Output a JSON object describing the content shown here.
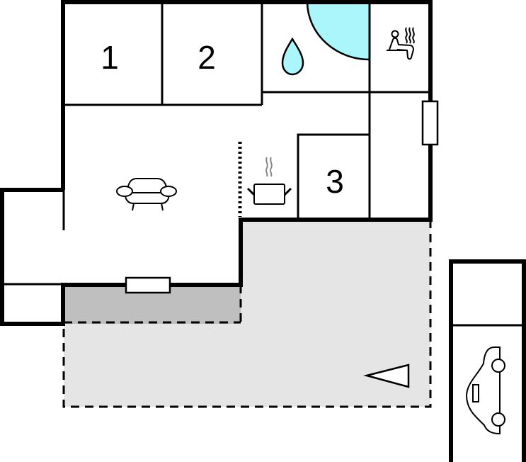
{
  "diagram": {
    "type": "floor-plan",
    "colors": {
      "wall": "#000000",
      "background": "#ffffff",
      "terrace_light": "#e5e5e5",
      "terrace_covered": "#bfbfbf",
      "water": "#aaf6fb"
    },
    "rooms": [
      {
        "id": "bedroom-1",
        "label": "1"
      },
      {
        "id": "bedroom-2",
        "label": "2"
      },
      {
        "id": "bedroom-3",
        "label": "3"
      },
      {
        "id": "bathroom",
        "label": ""
      },
      {
        "id": "sauna",
        "label": ""
      },
      {
        "id": "living-room",
        "label": ""
      },
      {
        "id": "kitchen",
        "label": ""
      },
      {
        "id": "hallway",
        "label": ""
      },
      {
        "id": "terrace",
        "label": ""
      },
      {
        "id": "carport",
        "label": ""
      }
    ],
    "icons": [
      {
        "name": "water-drop-icon",
        "room": "bathroom"
      },
      {
        "name": "shower-quarter-circle-icon",
        "room": "bathroom"
      },
      {
        "name": "sauna-icon",
        "room": "sauna"
      },
      {
        "name": "armchair-icon",
        "room": "living-room"
      },
      {
        "name": "cooking-pot-icon",
        "room": "kitchen"
      },
      {
        "name": "entrance-arrow-icon",
        "room": "terrace"
      },
      {
        "name": "car-icon",
        "room": "carport"
      }
    ]
  }
}
